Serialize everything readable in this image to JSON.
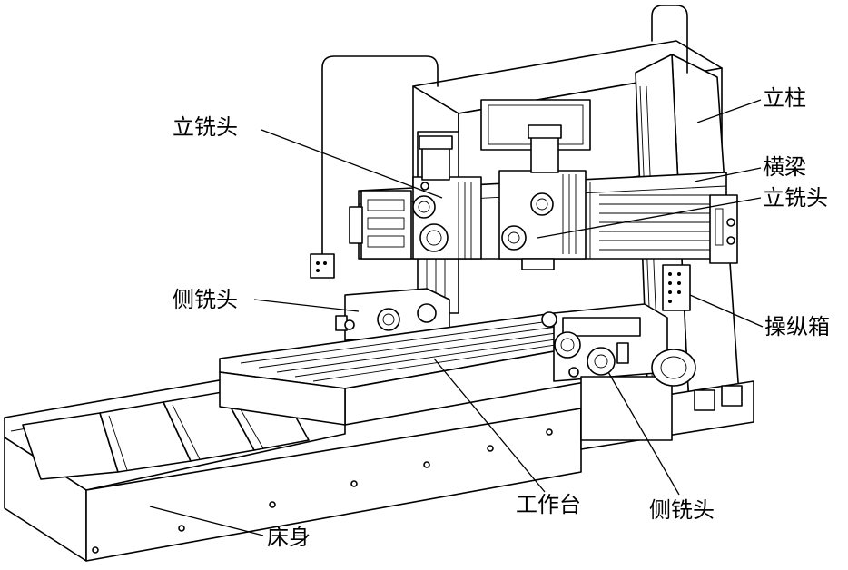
{
  "labels": {
    "column": "立柱",
    "crossbeam": "横梁",
    "vertical_head_left": "立铣头",
    "vertical_head_right": "立铣头",
    "side_head_left": "侧铣头",
    "side_head_right": "侧铣头",
    "control_box": "操纵箱",
    "worktable": "工作台",
    "bed": "床身"
  }
}
